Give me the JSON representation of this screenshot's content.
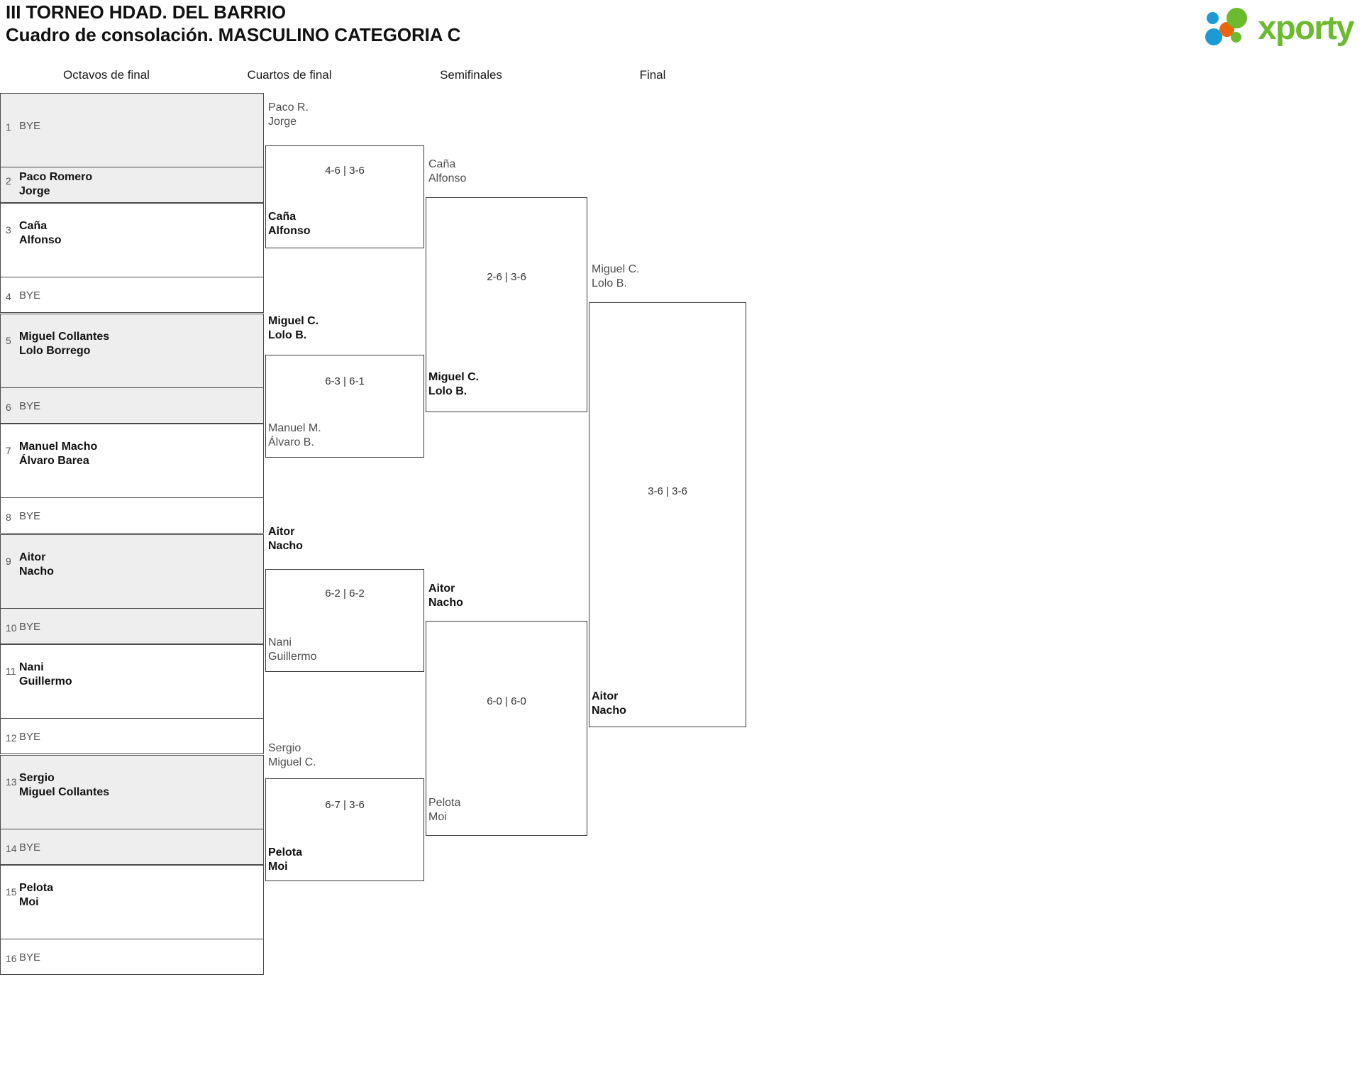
{
  "header": {
    "title_line1": "III TORNEO HDAD. DEL BARRIO",
    "title_line2": "Cuadro de consolación. MASCULINO CATEGORIA C",
    "logo_word": "xporty",
    "logo_colors": {
      "green": "#6cba2e",
      "blue": "#1b9ad6",
      "orange": "#e8670c"
    }
  },
  "rounds": [
    {
      "key": "r16",
      "label": "Octavos de final"
    },
    {
      "key": "qf",
      "label": "Cuartos de final"
    },
    {
      "key": "sf",
      "label": "Semifinales"
    },
    {
      "key": "final",
      "label": "Final"
    }
  ],
  "bracket": {
    "seeds": [
      {
        "num": "1",
        "line1": "BYE",
        "line2": "",
        "type": "bye",
        "shaded": true
      },
      {
        "num": "2",
        "line1": "Paco Romero",
        "line2": "Jorge",
        "type": "player",
        "shaded": true
      },
      {
        "num": "3",
        "line1": "Caña",
        "line2": "Alfonso",
        "type": "player",
        "shaded": false
      },
      {
        "num": "4",
        "line1": "BYE",
        "line2": "",
        "type": "bye",
        "shaded": false
      },
      {
        "num": "5",
        "line1": "Miguel Collantes",
        "line2": "Lolo Borrego",
        "type": "player",
        "shaded": true
      },
      {
        "num": "6",
        "line1": "BYE",
        "line2": "",
        "type": "bye",
        "shaded": true
      },
      {
        "num": "7",
        "line1": "Manuel Macho",
        "line2": "Álvaro Barea",
        "type": "player",
        "shaded": false
      },
      {
        "num": "8",
        "line1": "BYE",
        "line2": "",
        "type": "bye",
        "shaded": false
      },
      {
        "num": "9",
        "line1": "Aitor",
        "line2": "Nacho",
        "type": "player",
        "shaded": true
      },
      {
        "num": "10",
        "line1": "BYE",
        "line2": "",
        "type": "bye",
        "shaded": true
      },
      {
        "num": "11",
        "line1": "Nani",
        "line2": "Guillermo",
        "type": "player",
        "shaded": false
      },
      {
        "num": "12",
        "line1": "BYE",
        "line2": "",
        "type": "bye",
        "shaded": false
      },
      {
        "num": "13",
        "line1": "Sergio",
        "line2": "Miguel Collantes",
        "type": "player",
        "shaded": true
      },
      {
        "num": "14",
        "line1": "BYE",
        "line2": "",
        "type": "bye",
        "shaded": true
      },
      {
        "num": "15",
        "line1": "Pelota",
        "line2": "Moi",
        "type": "player",
        "shaded": false
      },
      {
        "num": "16",
        "line1": "BYE",
        "line2": "",
        "type": "bye",
        "shaded": false
      }
    ],
    "quarterfinals": [
      {
        "top": {
          "line1": "Paco R.",
          "line2": "Jorge",
          "result": "loser"
        },
        "bottom": {
          "line1": "Caña",
          "line2": "Alfonso",
          "result": "winner"
        },
        "score": "4-6 | 3-6"
      },
      {
        "top": {
          "line1": "Miguel C.",
          "line2": "Lolo B.",
          "result": "winner"
        },
        "bottom": {
          "line1": "Manuel M.",
          "line2": "Álvaro B.",
          "result": "loser"
        },
        "score": "6-3 | 6-1"
      },
      {
        "top": {
          "line1": "Aitor",
          "line2": "Nacho",
          "result": "winner"
        },
        "bottom": {
          "line1": "Nani",
          "line2": "Guillermo",
          "result": "loser"
        },
        "score": "6-2 | 6-2"
      },
      {
        "top": {
          "line1": "Sergio",
          "line2": "Miguel C.",
          "result": "loser"
        },
        "bottom": {
          "line1": "Pelota",
          "line2": "Moi",
          "result": "winner"
        },
        "score": "6-7 | 3-6"
      }
    ],
    "semifinals": [
      {
        "top": {
          "line1": "Caña",
          "line2": "Alfonso",
          "result": "loser"
        },
        "bottom": {
          "line1": "Miguel C.",
          "line2": "Lolo B.",
          "result": "winner"
        },
        "score": "2-6 | 3-6"
      },
      {
        "top": {
          "line1": "Aitor",
          "line2": "Nacho",
          "result": "winner"
        },
        "bottom": {
          "line1": "Pelota",
          "line2": "Moi",
          "result": "loser"
        },
        "score": "6-0 | 6-0"
      }
    ],
    "final": {
      "top": {
        "line1": "Miguel C.",
        "line2": "Lolo B.",
        "result": "loser"
      },
      "bottom": {
        "line1": "Aitor",
        "line2": "Nacho",
        "result": "winner"
      },
      "score": "3-6 | 3-6"
    }
  }
}
